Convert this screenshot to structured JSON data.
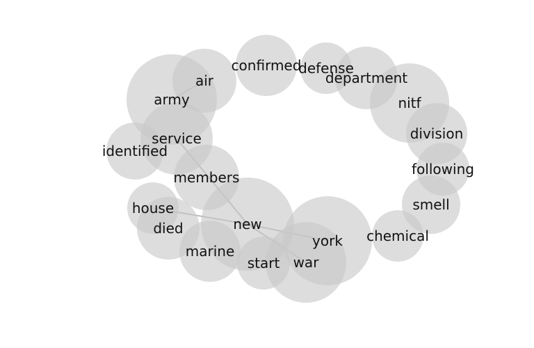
{
  "diagram": {
    "type": "word-cooccurrence-bubble-network",
    "nodes": [
      {
        "id": "confirmed",
        "label": "confirmed"
      },
      {
        "id": "defense",
        "label": "defense"
      },
      {
        "id": "department",
        "label": "department"
      },
      {
        "id": "air",
        "label": "air"
      },
      {
        "id": "army",
        "label": "army"
      },
      {
        "id": "nitf",
        "label": "nitf"
      },
      {
        "id": "division",
        "label": "division"
      },
      {
        "id": "service",
        "label": "service"
      },
      {
        "id": "identified",
        "label": "identified"
      },
      {
        "id": "following",
        "label": "following"
      },
      {
        "id": "members",
        "label": "members"
      },
      {
        "id": "smell",
        "label": "smell"
      },
      {
        "id": "house",
        "label": "house"
      },
      {
        "id": "new",
        "label": "new"
      },
      {
        "id": "died",
        "label": "died"
      },
      {
        "id": "chemical",
        "label": "chemical"
      },
      {
        "id": "york",
        "label": "york"
      },
      {
        "id": "marine",
        "label": "marine"
      },
      {
        "id": "start",
        "label": "start"
      },
      {
        "id": "war",
        "label": "war"
      }
    ],
    "edges": [
      {
        "source": "air",
        "target": "army"
      },
      {
        "source": "service",
        "target": "new"
      },
      {
        "source": "house",
        "target": "new"
      },
      {
        "source": "new",
        "target": "york"
      },
      {
        "source": "new",
        "target": "war"
      }
    ]
  }
}
